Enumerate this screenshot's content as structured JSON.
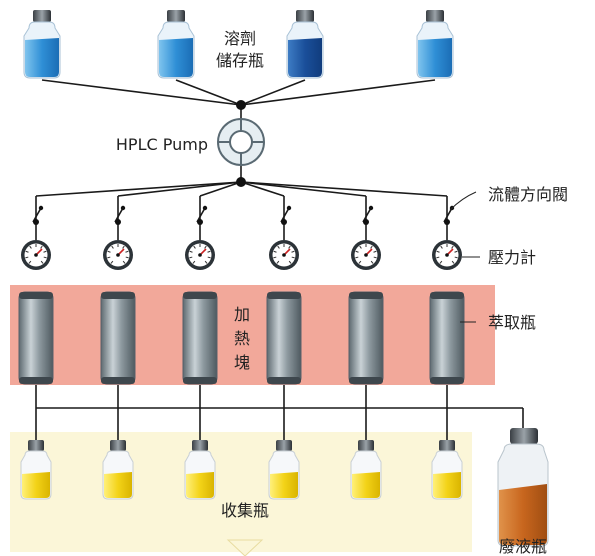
{
  "labels": {
    "solvent_line1": "溶劑",
    "solvent_line2": "儲存瓶",
    "pump": "HPLC Pump",
    "valve": "流體方向閥",
    "gauge": "壓力計",
    "extraction": "萃取瓶",
    "heater_1": "加",
    "heater_2": "熱",
    "heater_3": "塊",
    "collection": "收集瓶",
    "waste": "廢液瓶"
  },
  "colors": {
    "solvent_light": "#4aa3df",
    "solvent_dark": "#1d5fa8",
    "heater_block": "#f2a89a",
    "collection_area": "#fbf6d8",
    "collected_liquid": "#f2d21a",
    "waste_liquid": "#c8661e",
    "column": "#8a979d"
  },
  "icons": [
    "solvent-bottle-icon",
    "pump-ring-icon",
    "valve-icon",
    "pressure-gauge-icon",
    "extraction-column-icon",
    "collection-vial-icon",
    "waste-bottle-icon",
    "down-arrow-icon"
  ]
}
